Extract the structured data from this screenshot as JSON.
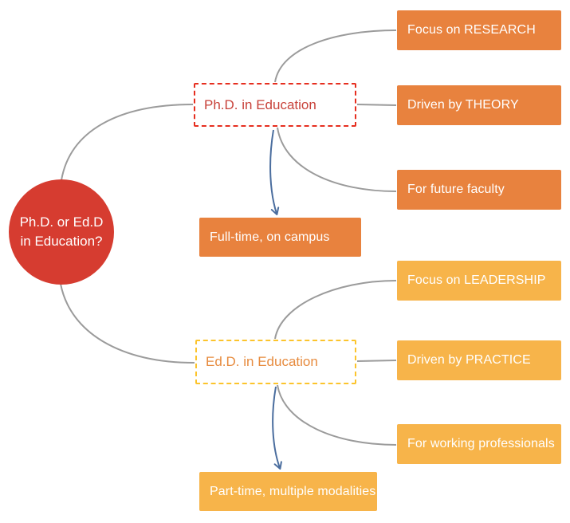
{
  "diagram": {
    "title": "Ph.D. or Ed.D in Education?",
    "center_node": {
      "line1": "Ph.D. or Ed.D",
      "line2": "in Education?"
    },
    "branches": [
      {
        "label": "Ph.D. in Education",
        "children": [
          {
            "label": "Focus on RESEARCH"
          },
          {
            "label": "Driven by THEORY"
          },
          {
            "label": "For future faculty"
          }
        ],
        "note": {
          "label": "Full-time, on campus"
        }
      },
      {
        "label": "Ed.D. in Education",
        "children": [
          {
            "label": "Focus on LEADERSHIP"
          },
          {
            "label": "Driven by PRACTICE"
          },
          {
            "label": "For working professionals"
          }
        ],
        "note": {
          "label": "Part-time, multiple modalities"
        }
      }
    ],
    "colors": {
      "center_fill": "#d63c30",
      "phd_border": "#e62e1f",
      "phd_text": "#c8423a",
      "edd_border": "#fcc42c",
      "edd_text": "#e78b3e",
      "phd_child_fill": "#e8823e",
      "edd_child_fill": "#f7b44a",
      "connector": "#9b9b9b",
      "arrow": "#4a6d9e",
      "filled_node_text": "#ffffff"
    }
  }
}
